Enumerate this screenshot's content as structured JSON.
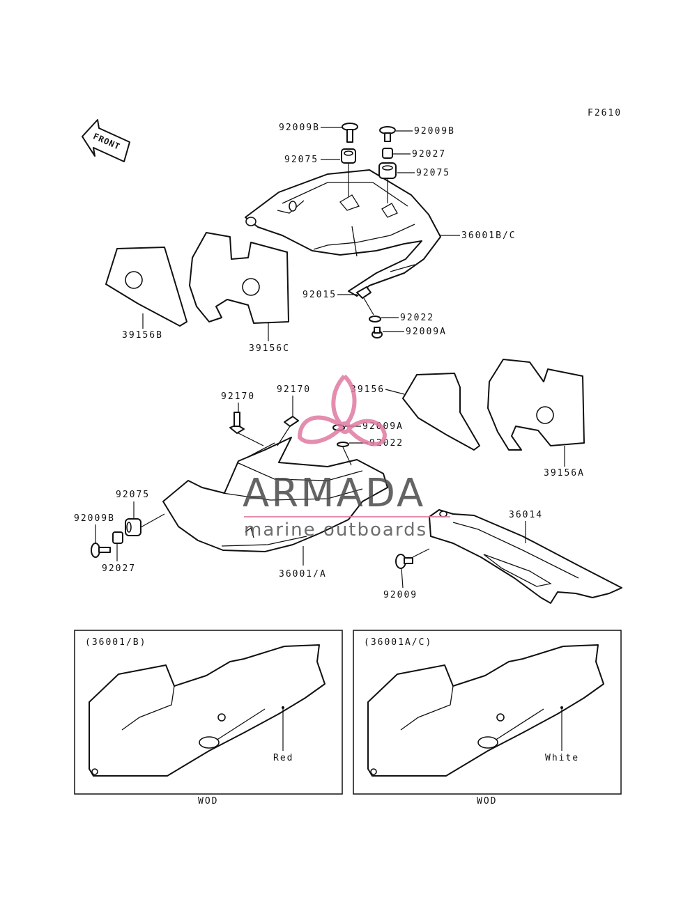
{
  "figure_code": "F2610",
  "front_label": "FRONT",
  "parts": {
    "p92009B_top_left": "92009B",
    "p92009B_top_right": "92009B",
    "p92075_top_left": "92075",
    "p92027_top": "92027",
    "p92075_top_right": "92075",
    "p36001BC": "36001B/C",
    "p92015": "92015",
    "p92022_top": "92022",
    "p92009A_top": "92009A",
    "p39156B": "39156B",
    "p39156C": "39156C",
    "p92170_left": "92170",
    "p92170_right": "92170",
    "p39156": "39156",
    "p92009A_mid": "92009A",
    "p92022_mid": "92022",
    "p39156A": "39156A",
    "p92075_left": "92075",
    "p92009B_left": "92009B",
    "p92027_left": "92027",
    "p36001A": "36001/A",
    "p36014": "36014",
    "p92009": "92009"
  },
  "inset_left": {
    "title": "(36001/B)",
    "color": "Red",
    "caption": "WOD"
  },
  "inset_right": {
    "title": "(36001A/C)",
    "color": "White",
    "caption": "WOD"
  },
  "watermark": {
    "brand": "ARMADA",
    "tagline": "marine outboards",
    "color_pink": "#e07aa0",
    "color_gray": "#4a4a4a"
  }
}
